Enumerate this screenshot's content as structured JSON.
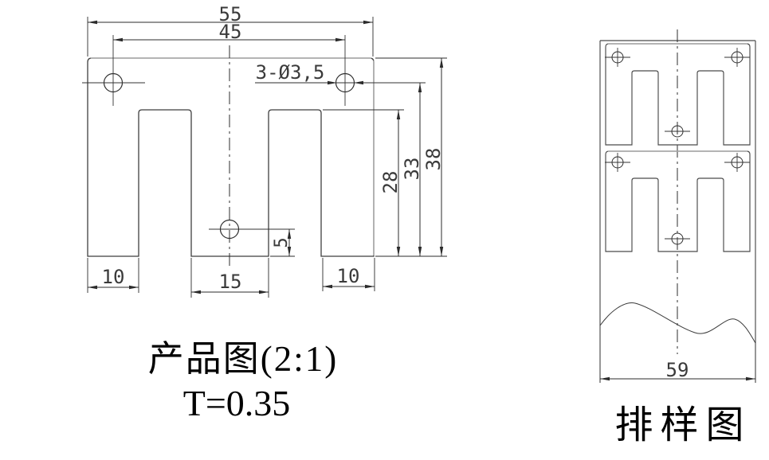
{
  "product_view": {
    "title": "产品图(2:1)",
    "thickness": "T=0.35",
    "dims": {
      "overall_width": "55",
      "hole_spacing": "45",
      "holes_note": "3-Ø3,5",
      "overall_height": "38",
      "hole_center_height": "33",
      "slot_depth": "28",
      "center_hole_offset": "5",
      "left_leg_width": "10",
      "center_leg_width": "15",
      "right_leg_width": "10"
    }
  },
  "nesting_view": {
    "title": "排样图",
    "dims": {
      "strip_width": "59"
    }
  },
  "colors": {
    "line": "#3f3f3f",
    "light_line": "#ababab",
    "dim_line": "#2b2b2b",
    "dim_text": "#3a3a3a",
    "title_text": "#000000",
    "background": "#ffffff"
  }
}
